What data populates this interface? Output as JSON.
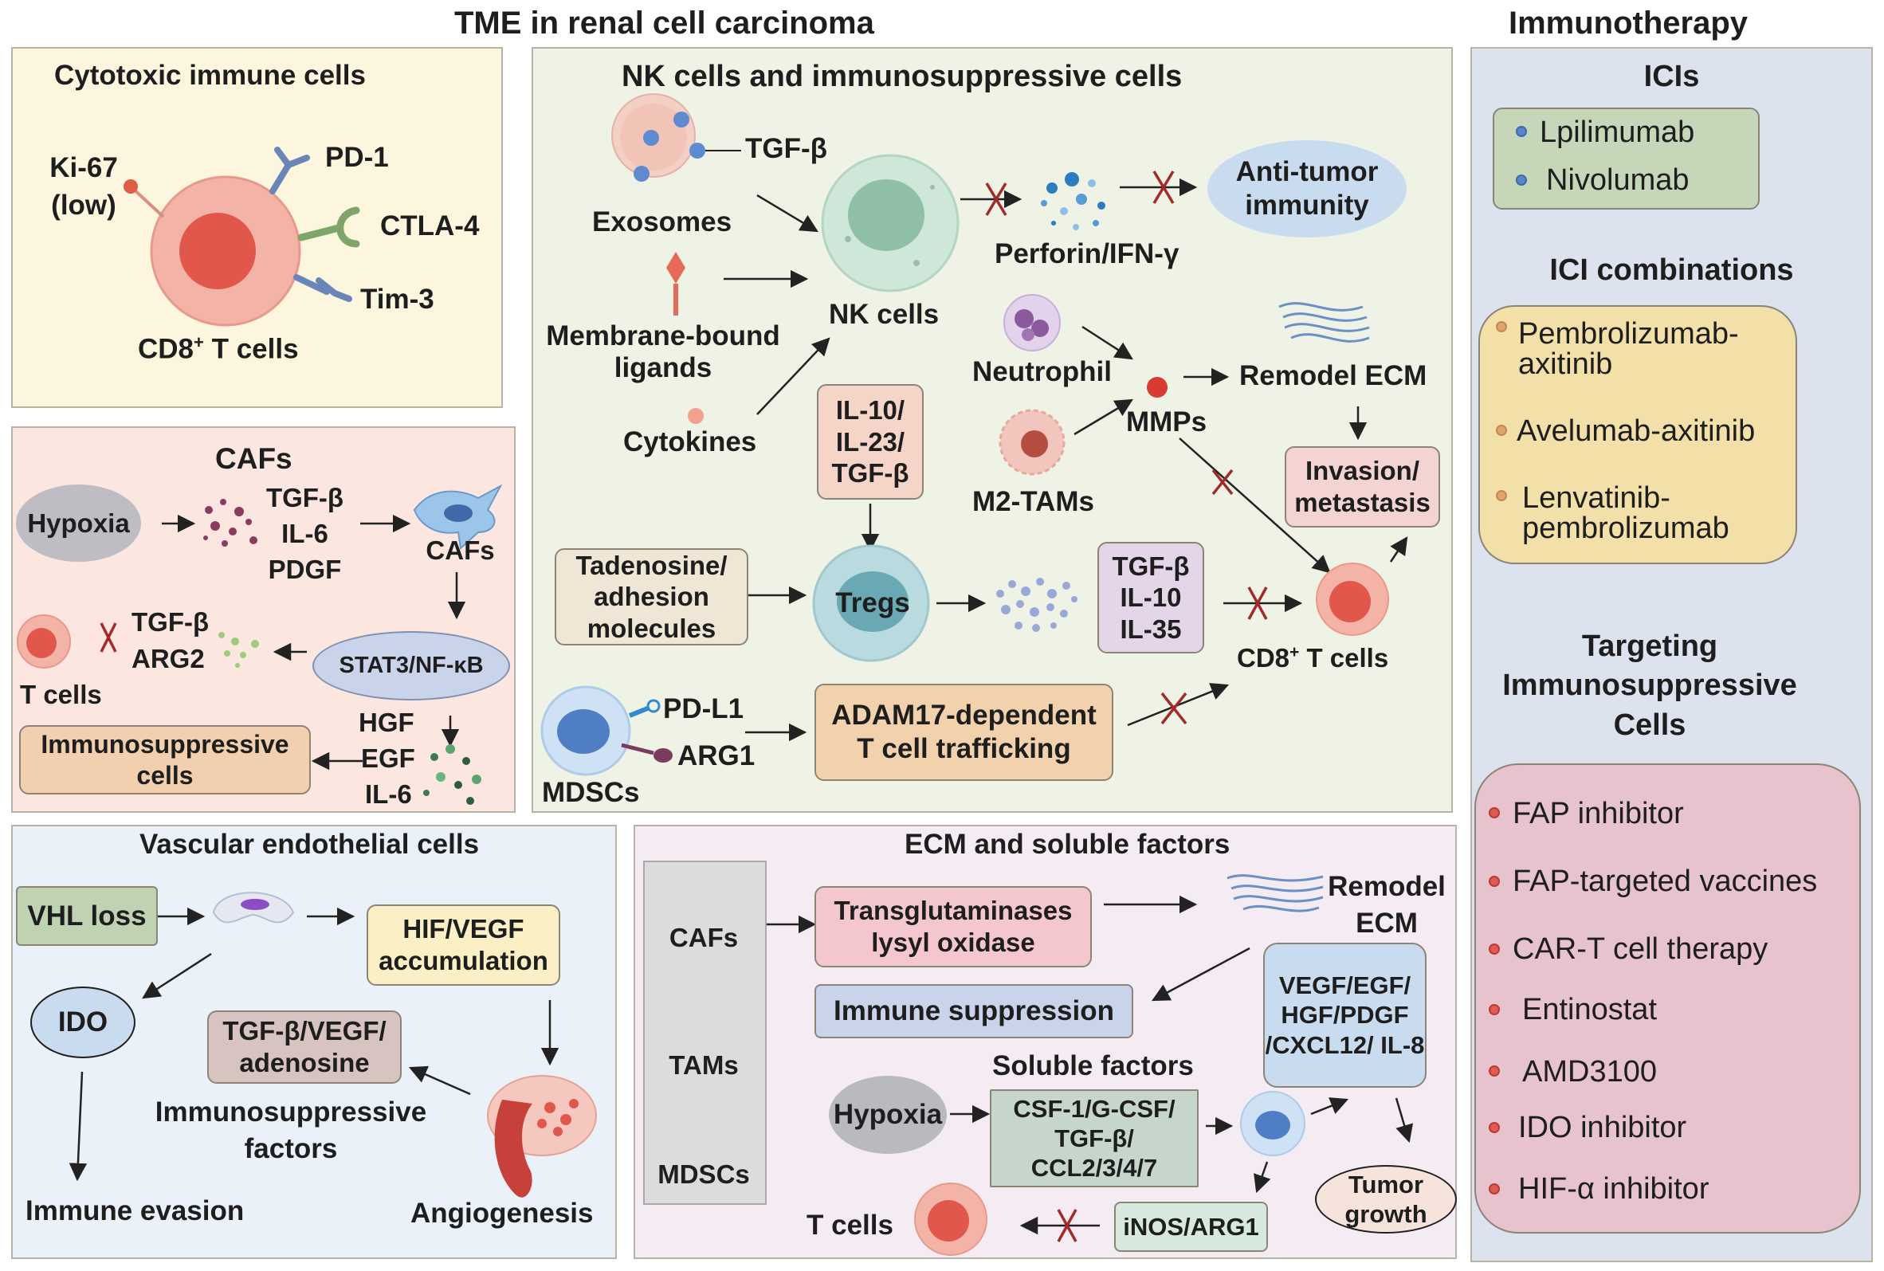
{
  "titles": {
    "main": "TME in renal cell carcinoma",
    "immunotherapy": "Immunotherapy"
  },
  "cytotoxic": {
    "title": "Cytotoxic immune cells",
    "ki67": "Ki-67",
    "ki67_low": "(low)",
    "pd1": "PD-1",
    "ctla4": "CTLA-4",
    "tim3": "Tim-3",
    "cell": "CD8",
    "cell_sup": "+",
    "cell_suffix": " T cells"
  },
  "caf": {
    "title": "CAFs",
    "hypoxia": "Hypoxia",
    "f1": "TGF-β",
    "f2": "IL-6",
    "f3": "PDGF",
    "cafs": "CAFs",
    "stat": "STAT3/NF-κB",
    "tgf": "TGF-β",
    "arg2": "ARG2",
    "tcells": "T cells",
    "hgf": "HGF",
    "egf": "EGF",
    "il6": "IL-6",
    "immuno": "Immunosuppressive cells"
  },
  "nk": {
    "title": "NK cells and immunosuppressive cells",
    "tgfb": "TGF-β",
    "exosomes": "Exosomes",
    "membrane": "Membrane-bound ligands",
    "cytokines": "Cytokines",
    "nkcells": "NK cells",
    "perforin": "Perforin/IFN-γ",
    "antitumor": "Anti-tumor immunity",
    "neutrophil": "Neutrophil",
    "mmps": "MMPs",
    "m2tams": "M2-TAMs",
    "remodel": "Remodel ECM",
    "invasion": "Invasion/ metastasis",
    "il10box": "IL-10/ IL-23/ TGF-β",
    "tadenosine": "Tadenosine/ adhesion molecules",
    "tregs": "Tregs",
    "cytokinebox": "TGF-β IL-10 IL-35",
    "cd8": "CD8",
    "cd8_sup": "+",
    "cd8_suffix": " T cells",
    "pdl1": "PD-L1",
    "arg1": "ARG1",
    "mdscs": "MDSCs",
    "adam": "ADAM17-dependent T cell trafficking"
  },
  "vascular": {
    "title": "Vascular endothelial cells",
    "vhl": "VHL loss",
    "hif": "HIF/VEGF accumulation",
    "ido": "IDO",
    "tgfbox": "TGF-β/VEGF/ adenosine",
    "immuno_factors": "Immunosuppressive factors",
    "immune_evasion": "Immune evasion",
    "angiogenesis": "Angiogenesis"
  },
  "ecm": {
    "title": "ECM and soluble factors",
    "cafs": "CAFs",
    "tams": "TAMs",
    "mdscs": "MDSCs",
    "transglut": "Transglutaminases lysyl oxidase",
    "remodel": "Remodel ECM",
    "immune_supp": "Immune suppression",
    "vegf": "VEGF/EGF/ HGF/PDGF /CXCL12/ IL-8",
    "soluble": "Soluble factors",
    "hypoxia": "Hypoxia",
    "csf": "CSF-1/G-CSF/ TGF-β/ CCL2/3/4/7",
    "tumor_growth": "Tumor growth",
    "inos": "iNOS/ARG1",
    "tcells": "T cells"
  },
  "immunotherapy": {
    "icis_title": "ICIs",
    "icis": [
      "Lpilimumab",
      "Nivolumab"
    ],
    "combo_title": "ICI combinations",
    "combos": [
      "Pembrolizumab-",
      "axitinib",
      "Avelumab-axitinib",
      "Lenvatinib-",
      "pembrolizumab"
    ],
    "target_title": "Targeting Immunosuppressive Cells",
    "targets": [
      "FAP inhibitor",
      "FAP-targeted vaccines",
      "CAR-T cell therapy",
      "Entinostat",
      "AMD3100",
      "IDO inhibitor",
      "HIF-α inhibitor"
    ]
  },
  "colors": {
    "cytotoxic_bg": "#fcf6df",
    "caf_bg": "#fbe6e0",
    "nk_bg": "#eef3e5",
    "vascular_bg": "#eaf1f8",
    "ecm_bg": "#f5ecf3",
    "immuno_bg": "#dde2ef",
    "accent_red": "#d9534f"
  }
}
